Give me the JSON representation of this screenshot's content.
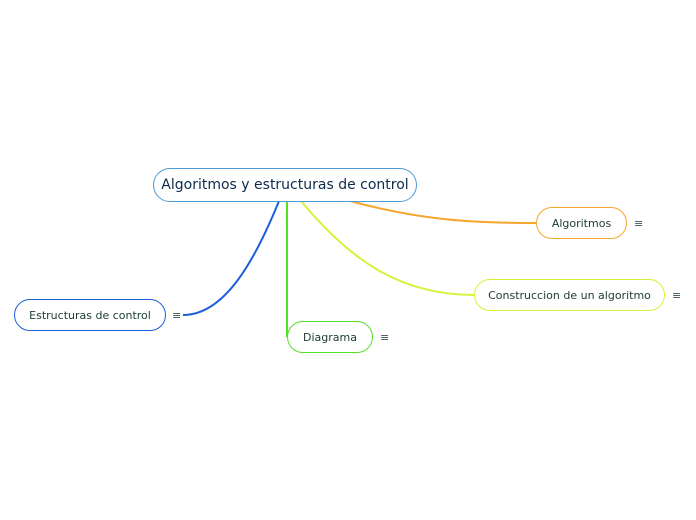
{
  "diagram": {
    "type": "mind-map",
    "root": {
      "label": "Algoritmos y estructuras de control",
      "border_color": "#4a9bd6"
    },
    "branches": [
      {
        "id": "algoritmos",
        "label": "Algoritmos",
        "color": "#f7a52d",
        "menu_icon": "≡"
      },
      {
        "id": "construccion",
        "label": "Construccion de un algoritmo",
        "color": "#d6f23a",
        "menu_icon": "≡"
      },
      {
        "id": "estructuras",
        "label": "Estructuras de control",
        "color": "#1d5fd8",
        "menu_icon": "≡"
      },
      {
        "id": "diagrama",
        "label": "Diagrama",
        "color": "#56e025",
        "menu_icon": "≡"
      }
    ]
  }
}
